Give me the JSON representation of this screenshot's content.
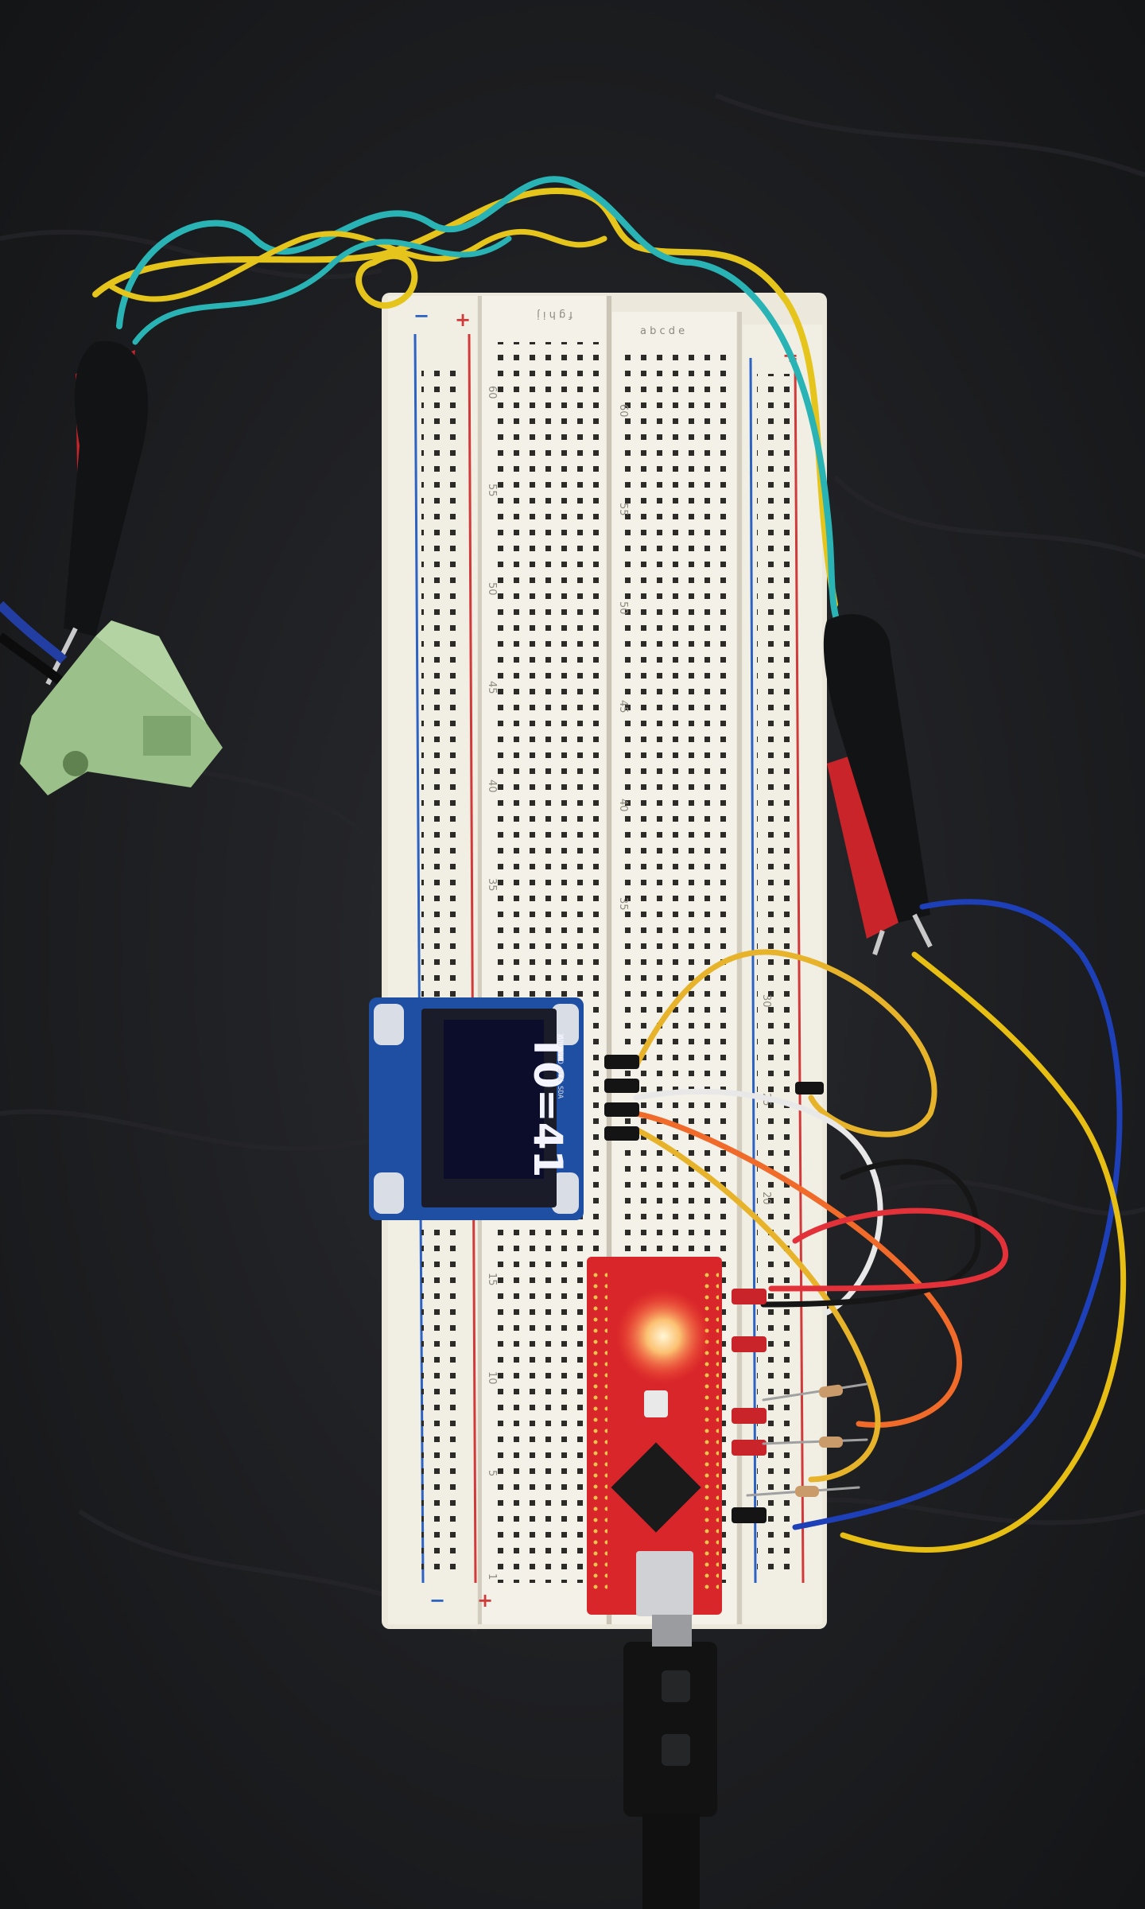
{
  "oled": {
    "reading": "T0=41"
  },
  "breadboard": {
    "left_row_letters": "f g h i j",
    "right_row_letters": "a b c d e",
    "row_numbers": [
      "60",
      "55",
      "50",
      "45",
      "40",
      "35",
      "30",
      "25",
      "20",
      "15",
      "10",
      "5",
      "1"
    ],
    "rail_minus": "−",
    "rail_plus": "+"
  },
  "oled_module": {
    "pin_labels": "GND VDD SCK SDA"
  },
  "colors": {
    "background": "#1c1d20",
    "breadboard": "#ece8dc",
    "oled_pcb": "#1f4fa3",
    "oled_screen": "#0b0d2a",
    "nano_pcb": "#d8262b",
    "terminal_block": "#9cc08a"
  },
  "icons": [
    "usb-cable-icon",
    "alligator-clip-icon",
    "led-glow-icon"
  ]
}
